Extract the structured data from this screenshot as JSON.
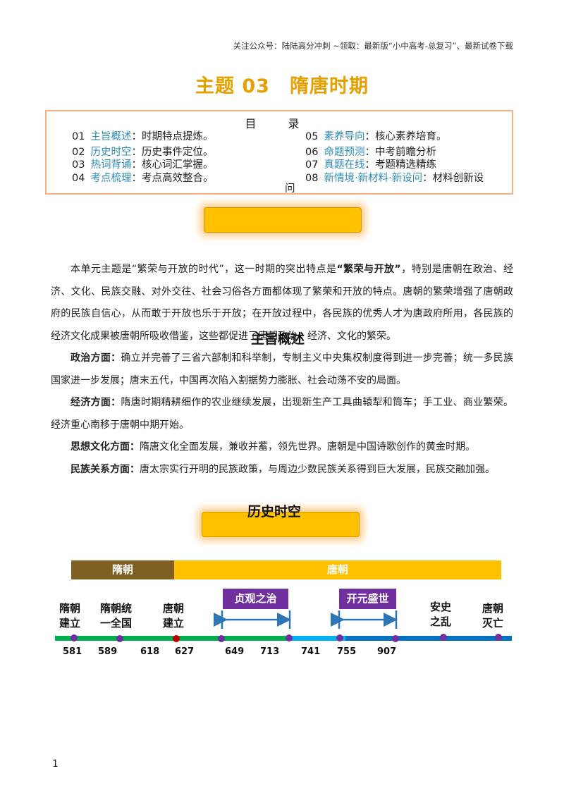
{
  "header_note": "关注公众号：陆陆高分冲刺  ~领取：最新版“小中高考-总复习”、最新试卷下载",
  "title": {
    "prefix": "主题 03",
    "main": "隋唐时期"
  },
  "toc": {
    "title": "目 录",
    "items": [
      {
        "num": "01",
        "key": "主旨概述",
        "desc": "：时期特点提炼。"
      },
      {
        "num": "02",
        "key": "历史时空",
        "desc": "：历史事件定位。"
      },
      {
        "num": "03",
        "key": "热词背诵",
        "desc": "：核心词汇掌握。"
      },
      {
        "num": "04",
        "key": "考点梳理",
        "desc": "：考点高效整合。"
      },
      {
        "num": "05",
        "key": "素养导向",
        "desc": "：核心素养培育。"
      },
      {
        "num": "06",
        "key": "命题预测",
        "desc": "：中考前瞻分析"
      },
      {
        "num": "07",
        "key": "真题在线",
        "desc": "：考题精选精练"
      },
      {
        "num": "08",
        "key": "新情境·新材料·新设问",
        "desc": "：材料创新设"
      }
    ],
    "wrap": "问"
  },
  "section1": {
    "label": "主旨概述",
    "intro_a": "本单元主题是“繁荣与开放的时代”，这一时期的突出特点是",
    "intro_bold": "“繁荣与开放”",
    "intro_b": "，特别是唐朝在政治、经济、文化、民族交融、对外交往、社会习俗各方面都体现了繁荣和开放的特点。唐朝的繁荣增强了唐朝政府的民族自信心，从而敢于开放也乐于开放；在开放过程中，各民族的优秀人才为唐政府所用，各民族的经济文化成果被唐朝所吸收借鉴，这些都促进了唐朝政治、经济、文化的繁荣。",
    "aspects": [
      {
        "head": "政治方面：",
        "text": "确立并完善了三省六部制和科举制，专制主义中央集权制度得到进一步完善；统一多民族国家进一步发展；唐末五代，中国再次陷入割据势力膨胀、社会动荡不安的局面。"
      },
      {
        "head": "经济方面：",
        "text": "隋唐时期精耕细作的农业继续发展，出现新生产工具曲辕犁和筒车；手工业、商业繁荣。经济重心南移于唐朝中期开始。"
      },
      {
        "head": "思想文化方面：",
        "text": "隋唐文化全面发展，兼收并蓄，领先世界。唐朝是中国诗歌创作的黄金时期。"
      },
      {
        "head": "民族关系方面：",
        "text": "唐太宗实行开明的民族政策，与周边少数民族关系得到巨大发展，民族交融加强。"
      }
    ]
  },
  "section2": {
    "label": "历史时空",
    "dynasties": [
      "隋朝",
      "唐朝"
    ],
    "periods": [
      "贞观之治",
      "开元盛世"
    ],
    "events": [
      {
        "line1": "隋朝",
        "line2": "建立"
      },
      {
        "line1": "隋朝统",
        "line2": "一全国"
      },
      {
        "line1": "唐朝",
        "line2": "建立"
      },
      {
        "line1": "安史",
        "line2": "之乱"
      },
      {
        "line1": "唐朝",
        "line2": "灭亡"
      }
    ],
    "years": [
      "581",
      "589",
      "618",
      "627",
      "649",
      "713",
      "741",
      "755",
      "907"
    ]
  },
  "colors": {
    "title": "#e6a000",
    "toc_key": "#2e8cb8",
    "sui": "#7f6022",
    "tang": "#ffc000",
    "period": "#7030a0",
    "arrow": "#2e75b6"
  },
  "page_number": "1"
}
